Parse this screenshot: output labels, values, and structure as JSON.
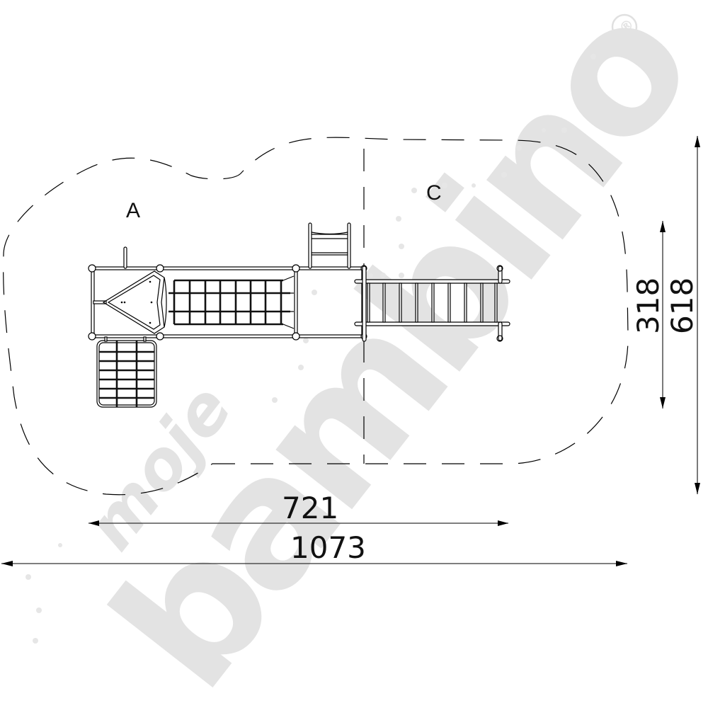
{
  "drawing": {
    "type": "playground equipment top-view plan",
    "zones": [
      {
        "label": "A"
      },
      {
        "label": "C"
      }
    ],
    "dimensions": {
      "width_structure": "721",
      "width_total": "1073",
      "depth_structure": "318",
      "depth_total": "618"
    },
    "components": [
      {
        "name": "triangle platform with slide entry"
      },
      {
        "name": "horizontal climbing net"
      },
      {
        "name": "platform"
      },
      {
        "name": "short ladder"
      },
      {
        "name": "hanging net / cargo net"
      },
      {
        "name": "horizontal ladder bridge"
      }
    ]
  },
  "watermark": {
    "line1": "moje",
    "line2": "bambino",
    "registered_mark": "®",
    "color": "#e3e3e3"
  },
  "colors": {
    "line": "#000000",
    "background": "#ffffff",
    "watermark": "#e3e3e3"
  }
}
